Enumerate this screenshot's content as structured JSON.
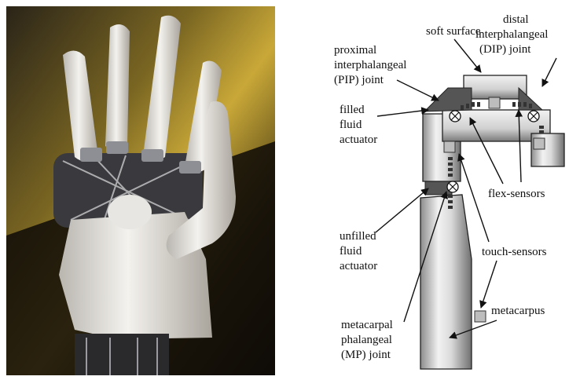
{
  "figure": {
    "photo": {
      "subject": "robotic hand with white fluidic fingers"
    },
    "labels": {
      "soft_surface": "soft surface",
      "distal": [
        "distal",
        "interphalangeal",
        "(DIP) joint"
      ],
      "proximal": [
        "proximal",
        "interphalangeal",
        "(PIP) joint"
      ],
      "filled": [
        "filled",
        "fluid",
        "actuator"
      ],
      "flex": "flex-sensors",
      "unfilled": [
        "unfilled",
        "fluid",
        "actuator"
      ],
      "touch": "touch-sensors",
      "metacarpus": "metacarpus",
      "mp": [
        "metacarpal",
        "phalangeal",
        "(MP)  joint"
      ]
    }
  }
}
